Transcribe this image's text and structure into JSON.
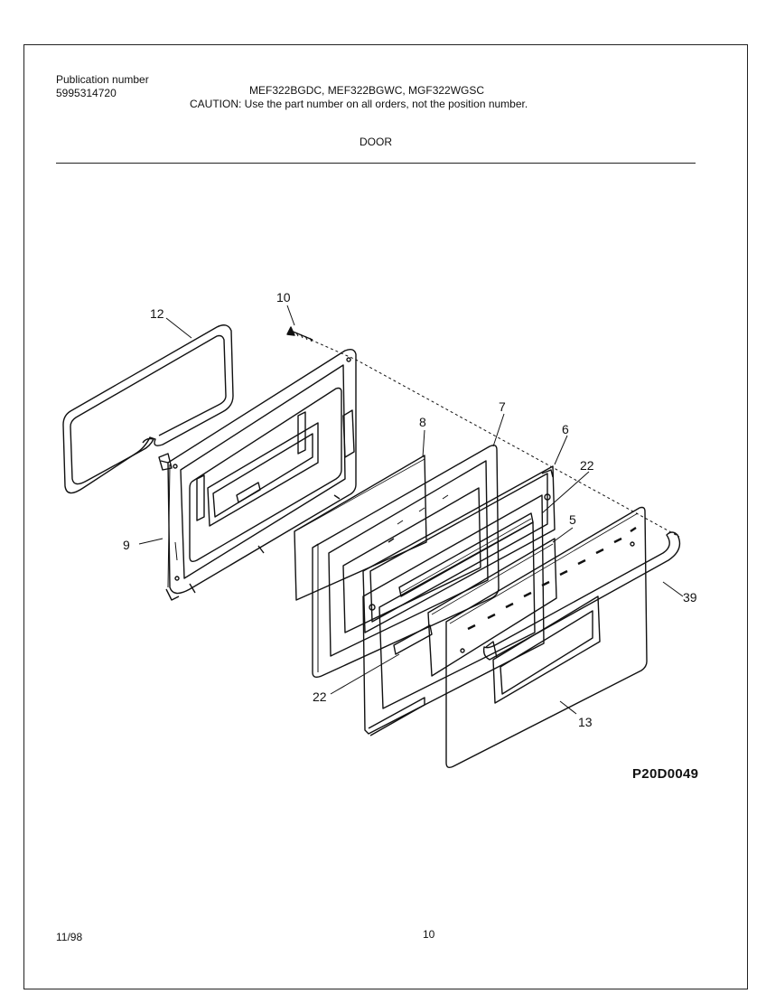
{
  "header": {
    "pub_label": "Publication number",
    "pub_number": "5995314720",
    "models": "MEF322BGDC, MEF322BGWC, MGF322WGSC",
    "caution": "CAUTION:  Use the part number on all orders, not the position number.",
    "section": "DOOR"
  },
  "diagram": {
    "code": "P20D0049",
    "callouts": {
      "p12": "12",
      "p10": "10",
      "p9": "9",
      "p8": "8",
      "p7": "7",
      "p6": "6",
      "p22a": "22",
      "p5": "5",
      "p39": "39",
      "p22b": "22",
      "p13": "13"
    }
  },
  "footer": {
    "date": "11/98",
    "page": "10"
  }
}
